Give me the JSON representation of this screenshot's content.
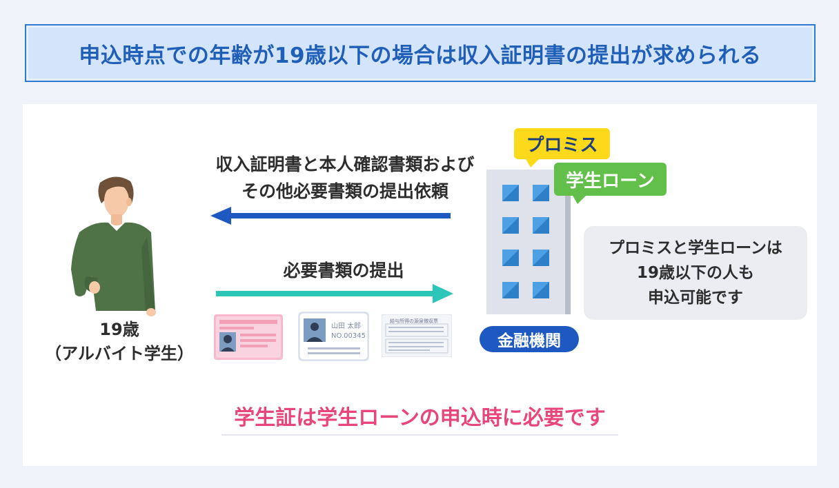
{
  "title": "申込時点での年齢が19歳以下の場合は収入証明書の提出が求められる",
  "request_label": {
    "line1": "収入証明書と本人確認書類および",
    "line2": "その他必要書類の提出依頼"
  },
  "submit_label": "必要書類の提出",
  "person": {
    "age": "19歳",
    "role": "（アルバイト学生）"
  },
  "bubbles": {
    "promise": "プロミス",
    "student_loan": "学生ローン"
  },
  "institution": "金融機関",
  "note": {
    "line1": "プロミスと学生ローンは",
    "line2": "19歳以下の人も",
    "line3": "申込可能です"
  },
  "bottom_note": "学生証は学生ローンの申込時に必要です",
  "documents": {
    "id_card_name": "山田 太郎",
    "id_card_no": "NO.00345",
    "slip_title": "給与所得の源泉徴収票"
  },
  "colors": {
    "title_text": "#1f5fb8",
    "request_arrow": "#1d59c0",
    "submit_arrow": "#2cc6b8",
    "promise_bubble": "#fcd91a",
    "loan_bubble": "#62c04a",
    "bottom_note": "#e8467a",
    "sweater": "#4f7247"
  }
}
